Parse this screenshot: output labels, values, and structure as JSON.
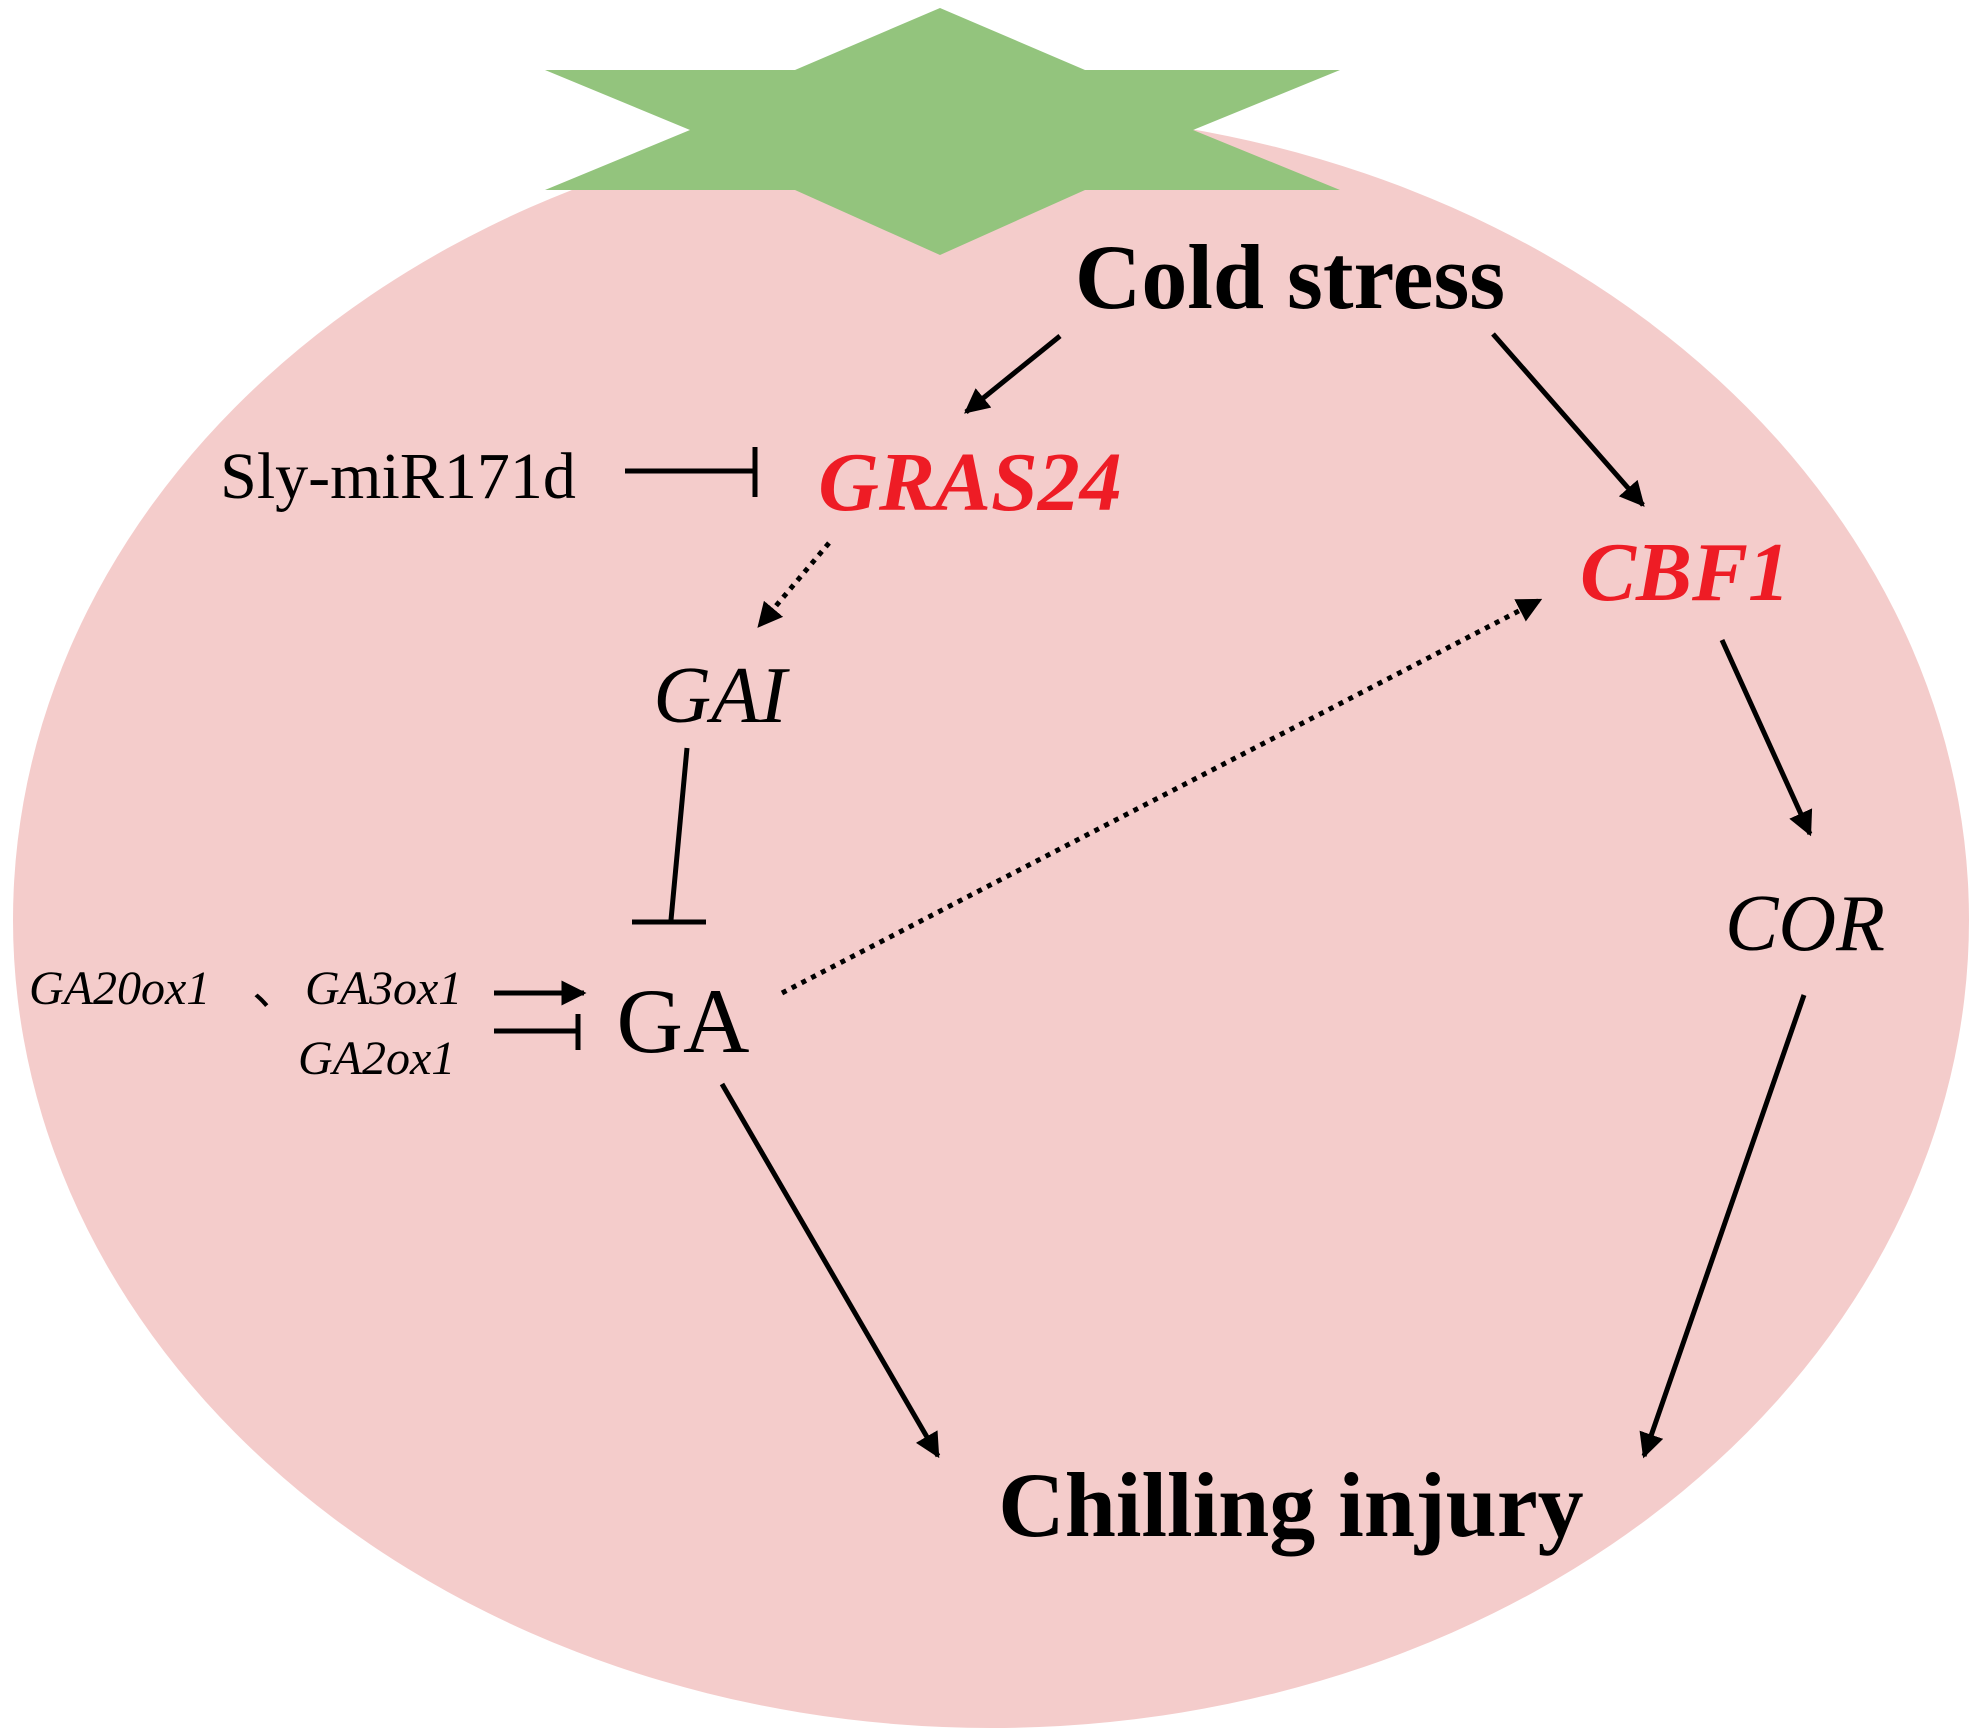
{
  "colors": {
    "fruit": "#f4cccb",
    "calyx": "#93c47d",
    "highlight": "#ee1c25",
    "line": "#000000"
  },
  "nodes": {
    "cold_stress": "Cold stress",
    "gras24": "GRAS24",
    "cbf1": "CBF1",
    "mirna": "Sly-miR171d",
    "gai": "GAI",
    "ga": "GA",
    "cor": "COR",
    "chilling_injury": "Chilling injury",
    "ga20ox1": "GA20ox1",
    "separator": "、",
    "ga3ox1": "GA3ox1",
    "ga2ox1": "GA2ox1"
  }
}
